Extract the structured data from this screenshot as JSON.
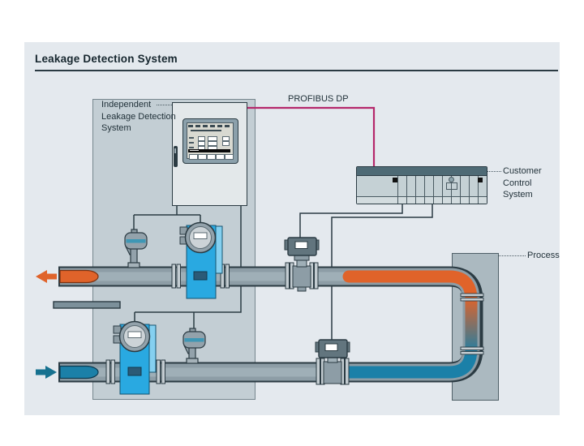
{
  "page": {
    "title": "Leakage Detection System"
  },
  "labels": {
    "independent": [
      "Independent",
      "Leakage Detection",
      "System"
    ],
    "profibus": "PROFIBUS DP",
    "customer": [
      "Customer",
      "Control System"
    ],
    "process": "Process"
  },
  "colors": {
    "profibus_line": "#b5286b",
    "outflow_orange": "#e0632a",
    "inflow_blue": "#1b80a8",
    "flowmeter_blue": "#29a9e1",
    "diagram_background": "#e4e9ee"
  }
}
